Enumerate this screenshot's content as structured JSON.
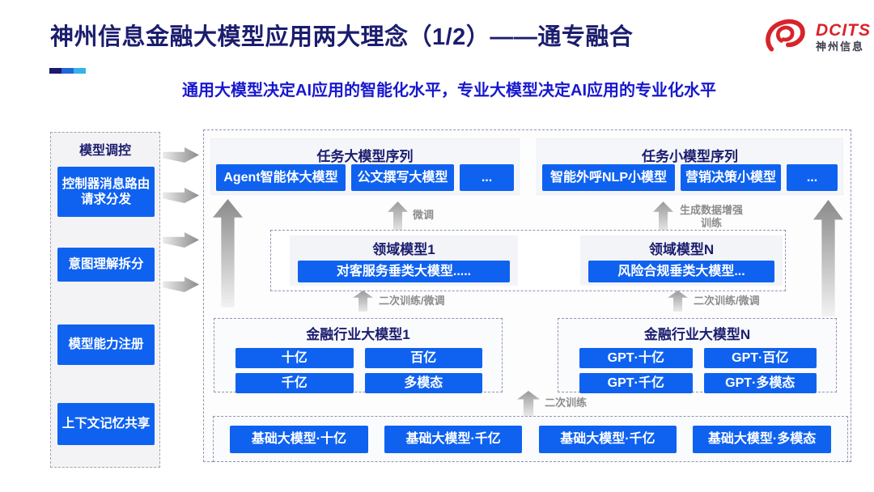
{
  "slide": {
    "title": "神州信息金融大模型应用两大理念（1/2）——通专融合",
    "subtitle": "通用大模型决定AI应用的智能化水平，专业大模型决定AI应用的专业化水平"
  },
  "logo": {
    "brand": "DCITS",
    "brand_cn": "神州信息"
  },
  "sidebar": {
    "header": "模型调控",
    "items": [
      "控制器消息路由请求分发",
      "意图理解拆分",
      "模型能力注册",
      "上下文记忆共享"
    ]
  },
  "task_sequences": {
    "large": {
      "header": "任务大模型序列",
      "items": [
        "Agent智能体大模型",
        "公文撰写大模型",
        "..."
      ]
    },
    "small": {
      "header": "任务小模型序列",
      "items": [
        "智能外呼NLP小模型",
        "营销决策小模型",
        "..."
      ]
    }
  },
  "domain_models": {
    "groups": [
      {
        "header": "领域模型1",
        "model": "对客服务垂类大模型....."
      },
      {
        "header": "领域模型N",
        "model": "风险合规垂类大模型..."
      }
    ]
  },
  "industry_models": {
    "groups": [
      {
        "header": "金融行业大模型1",
        "models": [
          "十亿",
          "百亿",
          "千亿",
          "多模态"
        ]
      },
      {
        "header": "金融行业大模型N",
        "models": [
          "GPT·十亿",
          "GPT·百亿",
          "GPT·千亿",
          "GPT·多模态"
        ]
      }
    ]
  },
  "base_models": [
    "基础大模型·十亿",
    "基础大模型·千亿",
    "基础大模型·千亿",
    "基础大模型·多模态"
  ],
  "process_labels": {
    "finetune": "微调",
    "augment": "生成数据增强训练",
    "retrain_finetune_left": "二次训练/微调",
    "retrain_finetune_right": "二次训练/微调",
    "retrain": "二次训练"
  },
  "colors": {
    "accent_blue": "#0f62f0",
    "title_navy": "#1b1d6e",
    "subtitle_blue": "#1717cf",
    "logo_red": "#d8232a",
    "bar_segments": [
      "#1a1a6e",
      "#1f68d9",
      "#36b3e6"
    ]
  }
}
